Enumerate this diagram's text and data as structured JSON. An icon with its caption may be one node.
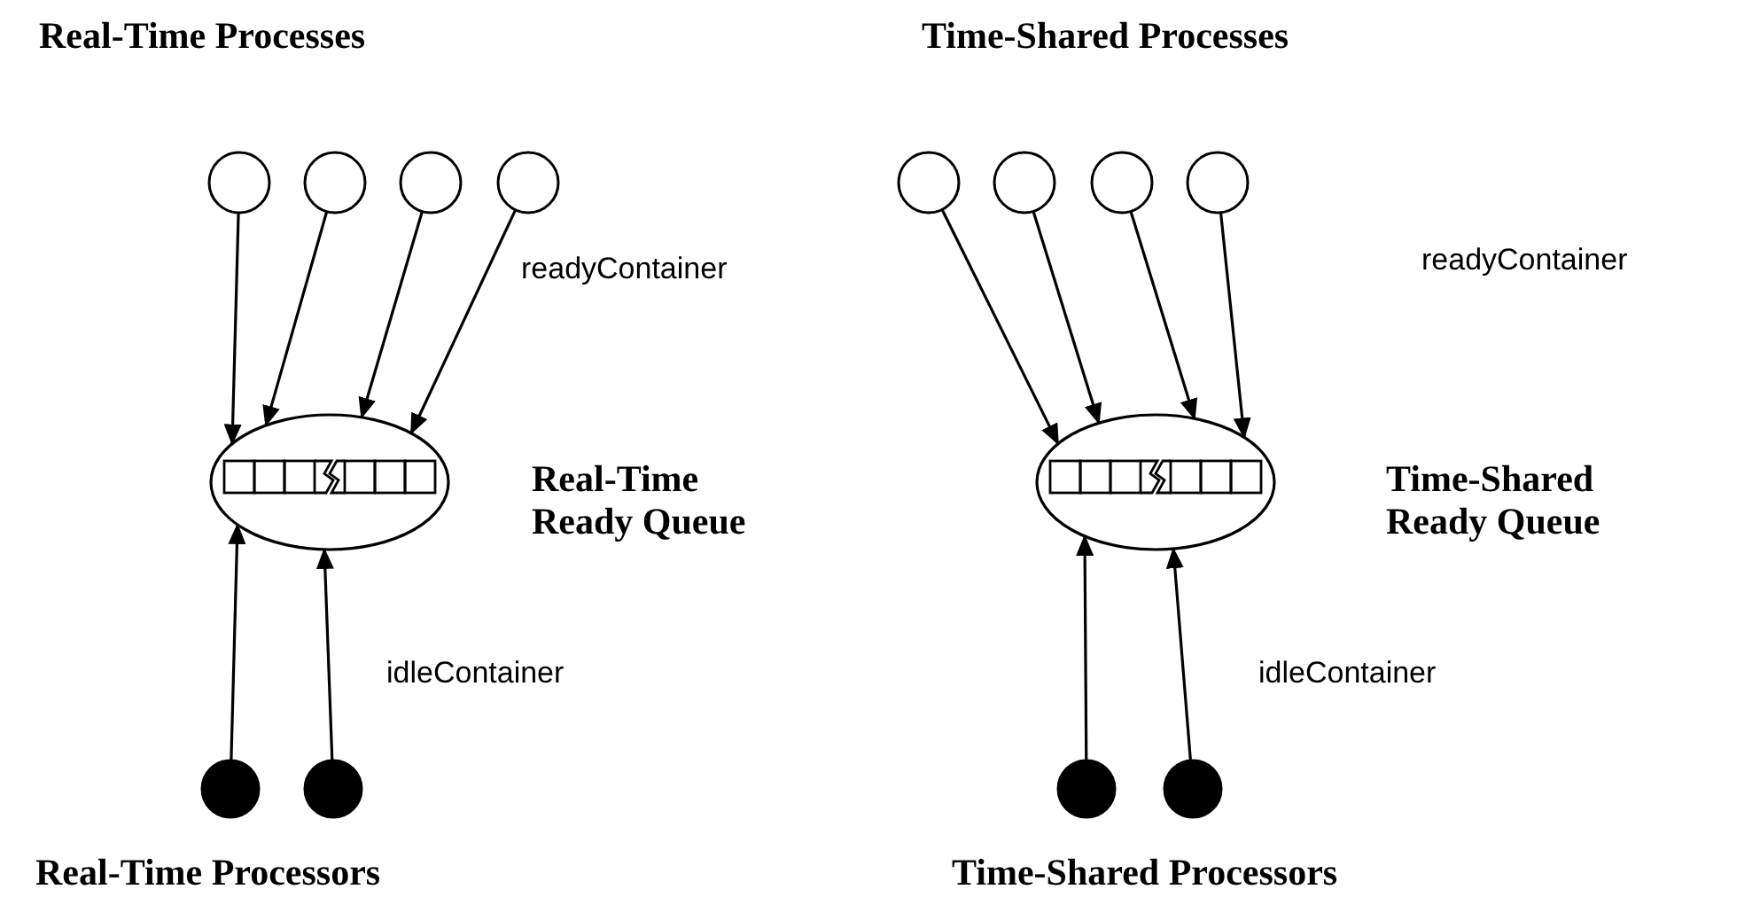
{
  "diagram": {
    "nodes": [
      {
        "text": [],
        "shape": "circle"
      },
      {
        "text": [],
        "shape": "circle"
      },
      {
        "text": [],
        "shape": "circle"
      },
      {
        "text": [],
        "shape": "circle"
      },
      {
        "text": [],
        "shape": "ellipse",
        "beside": [
          "Real-Time Ready Queue"
        ]
      },
      {
        "text": [],
        "shape": "dot"
      },
      {
        "text": [],
        "shape": "dot"
      },
      {
        "text": [],
        "shape": "circle"
      },
      {
        "text": [],
        "shape": "circle"
      },
      {
        "text": [],
        "shape": "circle"
      },
      {
        "text": [],
        "shape": "circle"
      },
      {
        "text": [],
        "shape": "ellipse",
        "beside": [
          "Time-Shared Ready Queue"
        ]
      },
      {
        "text": [],
        "shape": "dot"
      },
      {
        "text": [],
        "shape": "dot"
      }
    ],
    "edges": [
      {
        "from": 0,
        "to": 4,
        "arrow": "to"
      },
      {
        "from": 1,
        "to": 4,
        "arrow": "to"
      },
      {
        "from": 2,
        "to": 4,
        "arrow": "to"
      },
      {
        "from": 3,
        "to": 4,
        "arrow": "to"
      },
      {
        "from": 5,
        "to": 4,
        "arrow": "to"
      },
      {
        "from": 6,
        "to": 4,
        "arrow": "to"
      },
      {
        "from": 7,
        "to": 11,
        "arrow": "to"
      },
      {
        "from": 8,
        "to": 11,
        "arrow": "to"
      },
      {
        "from": 9,
        "to": 11,
        "arrow": "to"
      },
      {
        "from": 10,
        "to": 11,
        "arrow": "to"
      },
      {
        "from": 12,
        "to": 11,
        "arrow": "to"
      },
      {
        "from": 13,
        "to": 11,
        "arrow": "to"
      }
    ],
    "labels": [
      "Real-Time Processes",
      "Time-Shared Processes",
      "readyContainer",
      "readyContainer",
      "idleContainer",
      "idleContainer",
      "Real-Time Processors",
      "Time-Shared Processors"
    ]
  }
}
